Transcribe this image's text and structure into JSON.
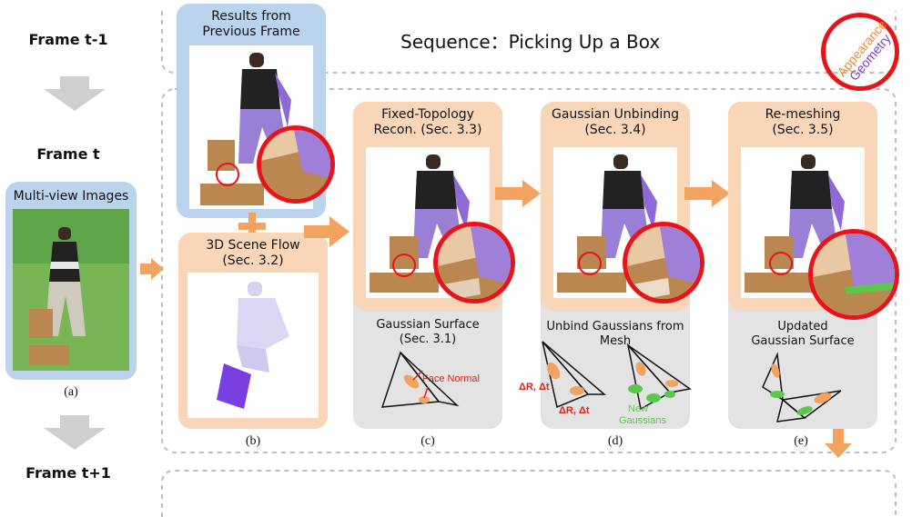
{
  "frames": {
    "prev": "Frame t-1",
    "current": "Frame t",
    "next": "Frame t+1"
  },
  "sequence_title": "Sequence：Picking Up a Box",
  "badge": {
    "appearance": "Appearance",
    "geometry": "Geometry"
  },
  "panels": {
    "multiview": {
      "title": "Multi-view Images",
      "label": "(a)"
    },
    "previous": {
      "title_line1": "Results from",
      "title_line2": "Previous Frame"
    },
    "scene_flow": {
      "title_line1": "3D Scene Flow",
      "title_line2": "(Sec. 3.2)",
      "label": "(b)"
    },
    "fixed_topology": {
      "title_line1": "Fixed-Topology",
      "title_line2": "Recon. (Sec. 3.3)",
      "label": "(c)",
      "sub_title_line1": "Gaussian Surface",
      "sub_title_line2": "(Sec. 3.1)",
      "annotation": "Face Normal"
    },
    "unbinding": {
      "title_line1": "Gaussian Unbinding",
      "title_line2": "(Sec. 3.4)",
      "label": "(d)",
      "sub_title": "Unbind Gaussians from Mesh",
      "delta_1": "ΔR, Δt",
      "delta_2": "ΔR, Δt",
      "new_line1": "New",
      "new_line2": "Gaussians"
    },
    "remeshing": {
      "title_line1": "Re-meshing",
      "title_line2": "(Sec. 3.5)",
      "label": "(e)",
      "sub_title_line1": "Updated",
      "sub_title_line2": "Gaussian Surface"
    }
  },
  "colors": {
    "appearance": "#f08a2e",
    "geometry": "#7a3fc0",
    "arrow": "#f3a360",
    "badge_ring": "#e8141b",
    "new_gaussian": "#5cc84a"
  },
  "icons": [
    "down-arrow-icon",
    "right-arrow-icon",
    "plus-icon",
    "zoom-circle-icon"
  ]
}
